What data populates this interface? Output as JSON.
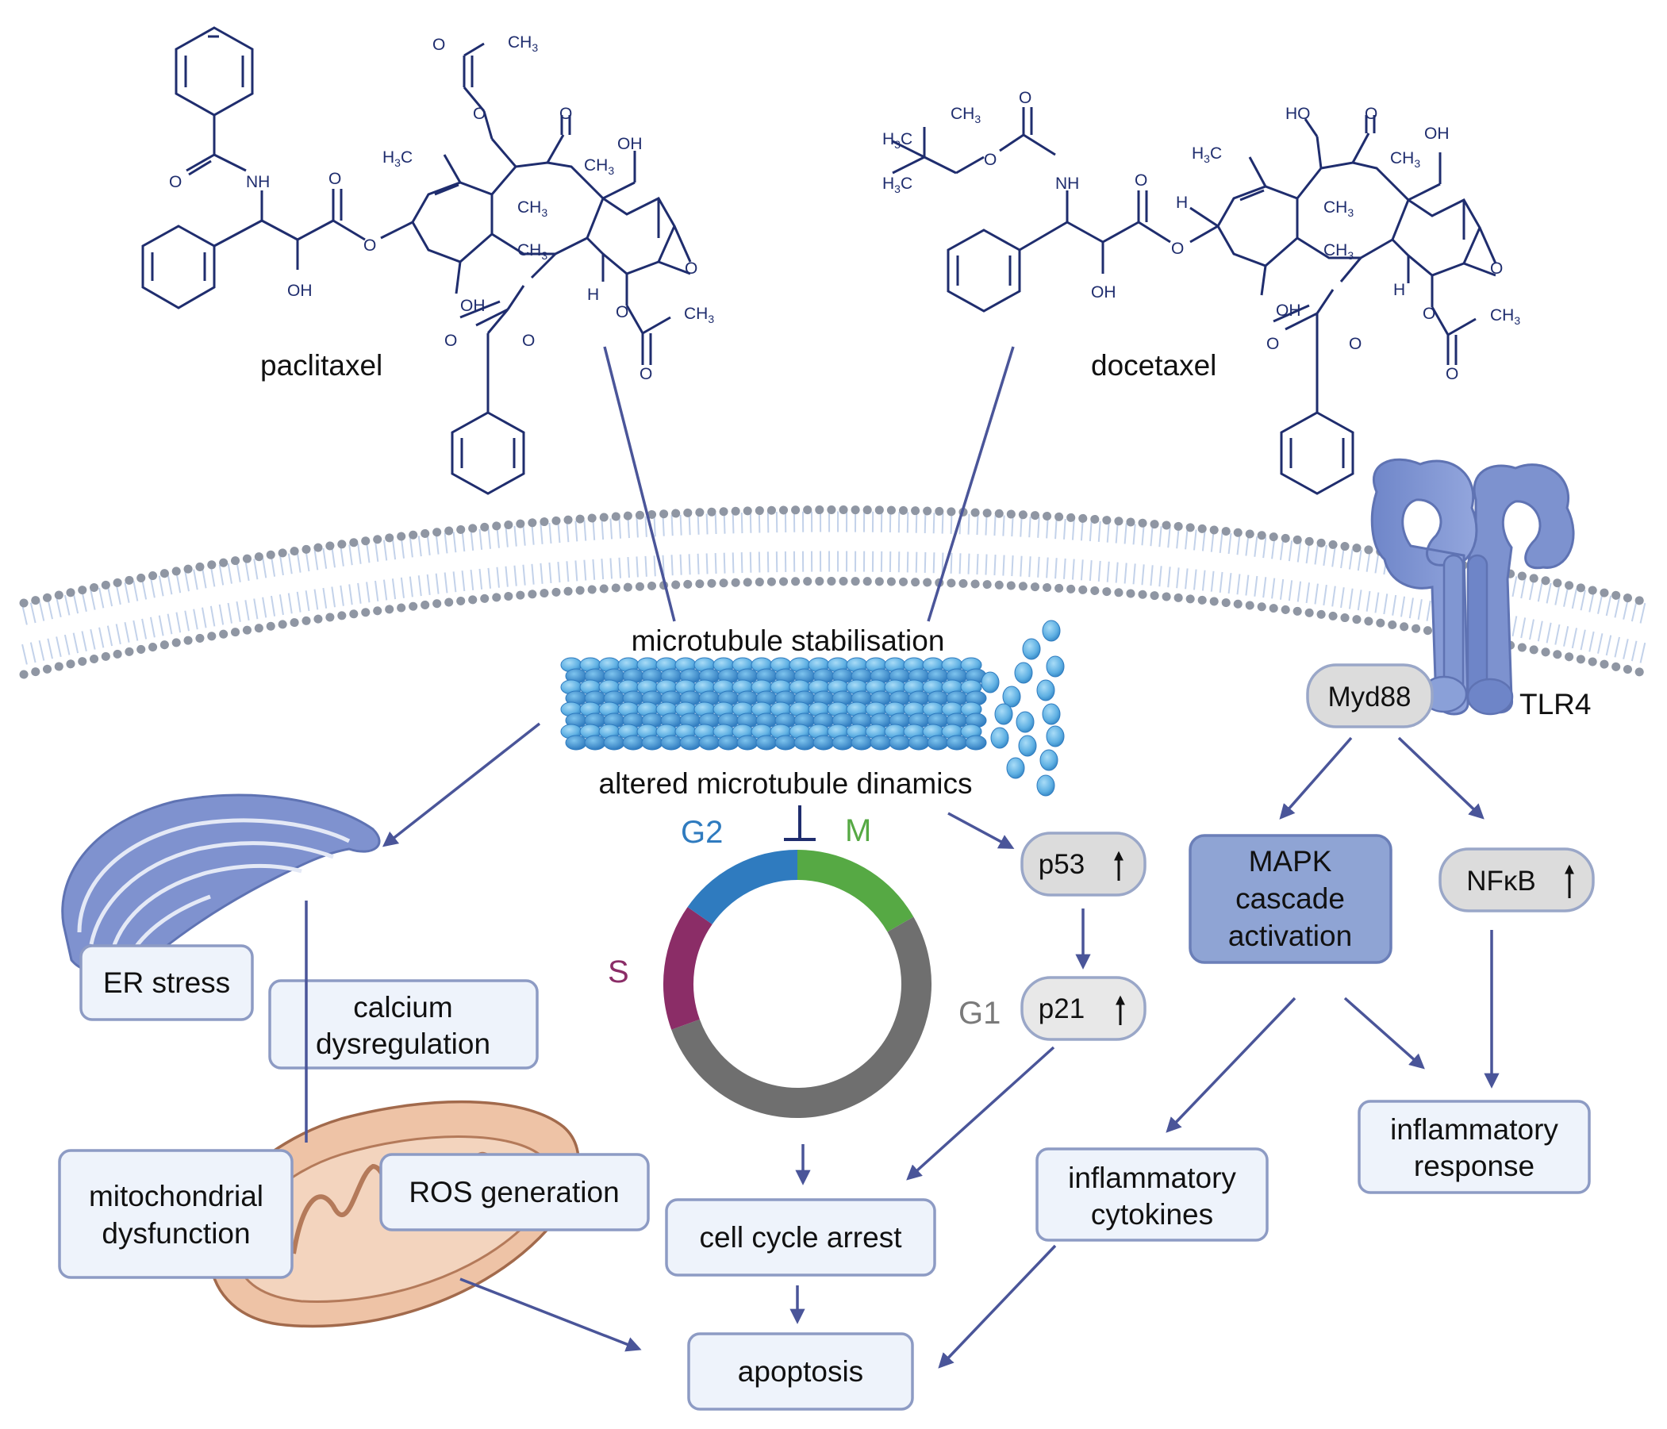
{
  "drugs": {
    "paclitaxel": "paclitaxel",
    "docetaxel": "docetaxel"
  },
  "chem_labels": {
    "o": "O",
    "oh": "OH",
    "ho": "HO",
    "nh": "NH",
    "h": "H",
    "ch3": "CH",
    "h3c": "H",
    "c": "C",
    "sub3": "3"
  },
  "microtubule": {
    "top_label": "microtubule stabilisation",
    "bottom_label": "altered microtubule dinamics"
  },
  "cell_cycle": {
    "g2": "G2",
    "m": "M",
    "s": "S",
    "g1": "G1"
  },
  "receptor": {
    "tlr4": "TLR4",
    "myd88": "Myd88"
  },
  "boxes": {
    "p53": "p53",
    "p21": "p21",
    "mapk": [
      "MAPK",
      "cascade",
      "activation"
    ],
    "nfkb": "NFκB",
    "er_stress": "ER stress",
    "calcium": [
      "calcium",
      "dysregulation"
    ],
    "mito": [
      "mitochondrial",
      "dysfunction"
    ],
    "ros": "ROS generation",
    "cell_cycle_arrest": "cell cycle arrest",
    "apoptosis": "apoptosis",
    "cytokines": [
      "inflammatory",
      "cytokines"
    ],
    "inflam_response": [
      "inflammatory",
      "response"
    ]
  },
  "colors": {
    "structure": "#1f2d6e",
    "arrow": "#4a5599",
    "box_fill": "#eef3fb",
    "box_stroke": "#8d9bc4",
    "grey_box_fill": "#dcdcdc",
    "mapk_fill": "#8fa4d4",
    "g2": "#2f7bbf",
    "m": "#56a944",
    "s": "#8b2d67",
    "g1": "#6f6f6f"
  }
}
